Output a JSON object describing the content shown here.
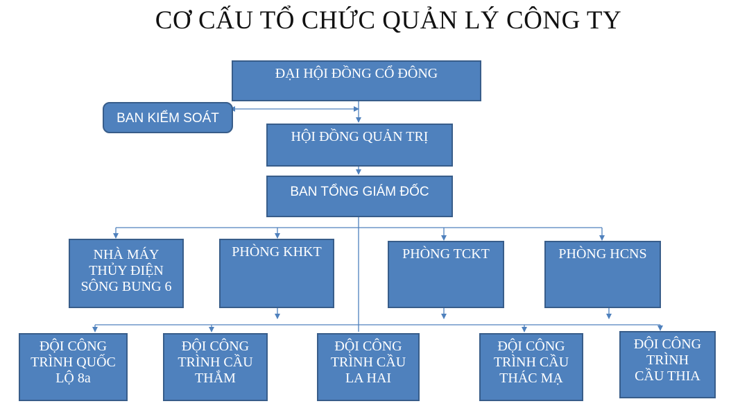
{
  "title": "CƠ CẤU TỔ CHỨC QUẢN LÝ CÔNG TY",
  "colors": {
    "box_fill": "#4f81bd",
    "box_border": "#385d8a",
    "connector": "#4f81bd",
    "box_text": "#ffffff"
  },
  "nodes": {
    "dai_hoi_dong_co_dong": "ĐẠI HỘI ĐỒNG CỔ ĐÔNG",
    "ban_kiem_soat": "BAN KIỂM SOÁT",
    "hoi_dong_quan_tri": "HỘI ĐỒNG QUẢN TRỊ",
    "ban_tong_giam_doc": "BAN TỔNG GIÁM ĐỐC",
    "nha_may": "NHÀ MÁY\nTHỦY ĐIỆN\nSÔNG BUNG 6",
    "phong_khkt": "PHÒNG KHKT",
    "phong_tckt": "PHÒNG TCKT",
    "phong_hcns": "PHÒNG HCNS",
    "doi_quoc_lo": "ĐỘI CÔNG\nTRÌNH QUỐC\nLỘ 8a",
    "doi_cau_tham": "ĐỘI CÔNG\nTRÌNH CẦU\nTHẮM",
    "doi_la_hai": "ĐỘI CÔNG\nTRÌNH CẦU\nLA HAI",
    "doi_thac_ma": "ĐỘI CÔNG\nTRÌNH CẦU\nTHÁC MẠ",
    "doi_cau_thia": "ĐỘI CÔNG\nTRÌNH\nCẦU THIA"
  }
}
